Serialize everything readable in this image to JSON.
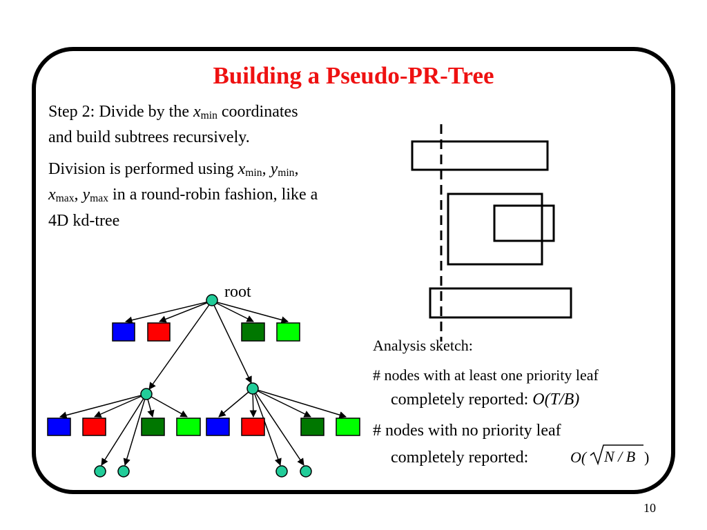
{
  "slide": {
    "title": "Building a Pseudo-PR-Tree",
    "page_number": "10",
    "step2": {
      "line1_prefix": "Step 2: Divide by the ",
      "var_x": "x",
      "sub_min": "min",
      "line1_suffix": " coordinates",
      "line2": "and build subtrees recursively."
    },
    "division": {
      "prefix": "Division is performed using ",
      "var_x": "x",
      "var_y": "y",
      "sub_min": "min",
      "sub_max": "max",
      "comma": ", ",
      "comma_end": ",",
      "suffix": " in a round-robin fashion, like a",
      "line3": "4D kd-tree"
    },
    "tree": {
      "root_label": "root"
    },
    "analysis": {
      "heading": "Analysis sketch:",
      "item1_line1": "# nodes with at least one priority leaf",
      "item1_line2": "completely reported: ",
      "item1_formula": "O(T/B)",
      "item2_line1": "# nodes with no priority leaf",
      "item2_line2": "completely reported:",
      "item2_formula_O": "O(",
      "item2_formula_inner": "N / B",
      "item2_formula_close": ")"
    },
    "colors": {
      "title": "#ee1111",
      "blue_leaf": "#0000ff",
      "red_leaf": "#ff0000",
      "dark_green_leaf": "#007700",
      "light_green_leaf": "#00ff00",
      "tree_node": "#22cc99"
    }
  }
}
